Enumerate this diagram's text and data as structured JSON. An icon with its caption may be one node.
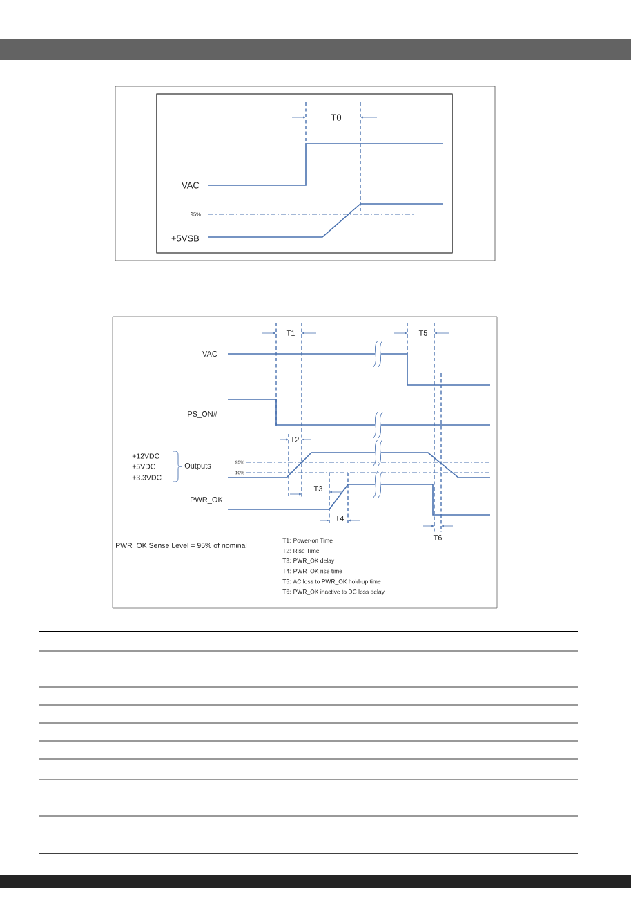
{
  "diagram": {
    "labels": [
      "T0",
      "VAC",
      "95%",
      "+5VSB",
      "T1",
      "T5",
      "VAC",
      "PS_ON#",
      "T2",
      "+12VDC",
      "+5VDC",
      "+3.3VDC",
      "Outputs",
      "95%",
      "10%",
      "T3",
      "PWR_OK",
      "T4",
      "T6",
      "PWR_OK Sense Level = 95% of nominal",
      "T1: Power-on Time",
      "T2: Rise Time",
      "T3: PWR_OK delay",
      "T4: PWR_OK rise time",
      "T5: AC loss to PWR_OK hold-up time",
      "T6: PWR_OK inactive to DC loss delay"
    ]
  }
}
